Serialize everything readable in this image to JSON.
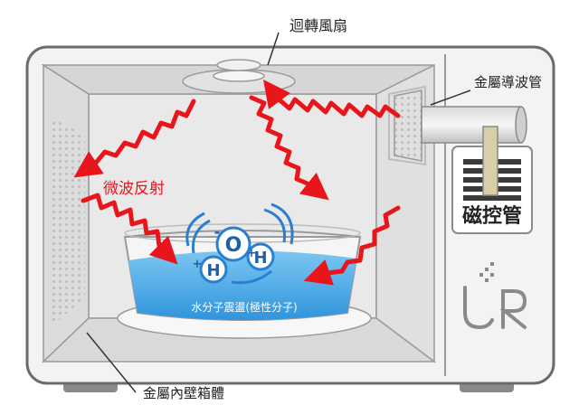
{
  "labels": {
    "fan": "迴轉風扇",
    "waveguide": "金屬導波管",
    "magnetron": "磁控管",
    "reflection": "微波反射",
    "inner_wall": "金屬內壁箱體",
    "water_vibration": "水分子震盪(極性分子)"
  },
  "molecule": {
    "oxygen": "O",
    "hydrogen_left": "H",
    "hydrogen_right": "H",
    "charge_negative": "-",
    "charge_positive_left": "+",
    "charge_positive_right": "+"
  },
  "logo": "UR",
  "colors": {
    "wave": "#e8151b",
    "water": "#3fa8e6",
    "water_light": "#9fd6f5",
    "body": "#f2f2f2",
    "outline": "#6b6b6b",
    "text_red": "#e8151b"
  }
}
